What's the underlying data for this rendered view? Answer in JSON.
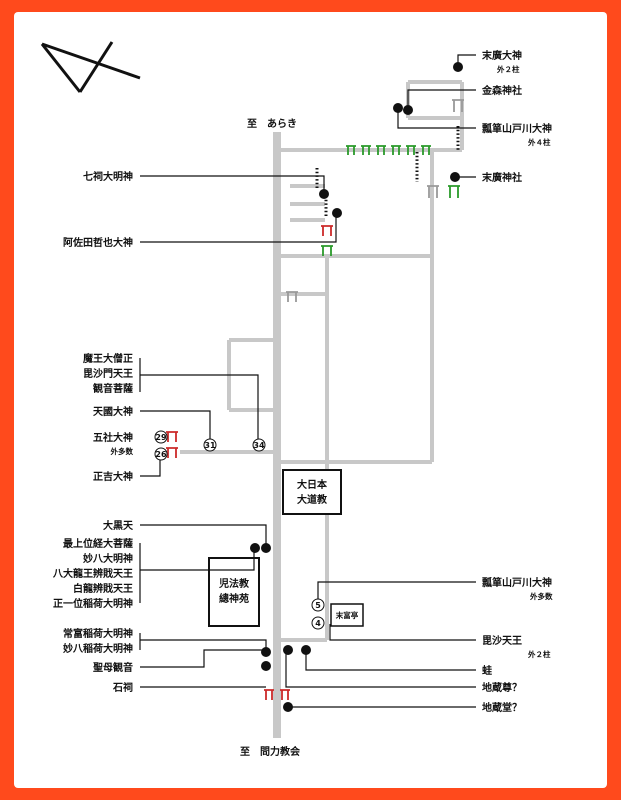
{
  "top_destination": "至　あらき",
  "bottom_destination": "至　問力教会",
  "buildings": {
    "dainippon": [
      "大日本",
      "大道教"
    ],
    "jihoukyou": [
      "児法教",
      "總神苑"
    ],
    "suetomi": "末富亭"
  },
  "left_labels": {
    "shichishi": "七祠大明神",
    "asada": "阿佐田哲也大神",
    "maou_group": [
      "魔王大僧正",
      "毘沙門天王",
      "観音菩薩"
    ],
    "tenkoku": "天國大神",
    "gosha": "五社大神",
    "gosha_sub": "外多数",
    "shoukichi": "正吉大神",
    "daikoku": "大黒天",
    "saijou_group": [
      "最上位経大菩薩",
      "妙八大明神",
      "八大龍王辨戝天王",
      "白龍辨戝天王",
      "正一位稲荷大明神"
    ],
    "joutomi_group": [
      "常富稲荷大明神",
      "妙八稲荷大明神"
    ],
    "seibo": "聖母観音",
    "sekishi": "石祠"
  },
  "right_labels": {
    "suehiro1": "末廣大神",
    "suehiro1_sub": "外２柱",
    "kanamori": "金森神社",
    "hyotan1": "瓢箪山戸川大神",
    "hyotan1_sub": "外４柱",
    "suehiro_jinja": "末廣神社",
    "hyotan2": "瓢箪山戸川大神",
    "hyotan2_sub": "外多数",
    "bishamon": "毘沙天王",
    "bishamon_sub": "外２柱",
    "kaeru": "蛙",
    "jizou1": "地蔵尊？",
    "jizou2": "地蔵堂？"
  },
  "circle_numbers": [
    "29",
    "26",
    "31",
    "34",
    "5",
    "4"
  ],
  "colors": {
    "frame": "#ff4a1c",
    "road": "#c8c8c8",
    "torii_red": "#cc2a2a",
    "torii_green": "#2a9a2a",
    "torii_gray": "#999999"
  }
}
